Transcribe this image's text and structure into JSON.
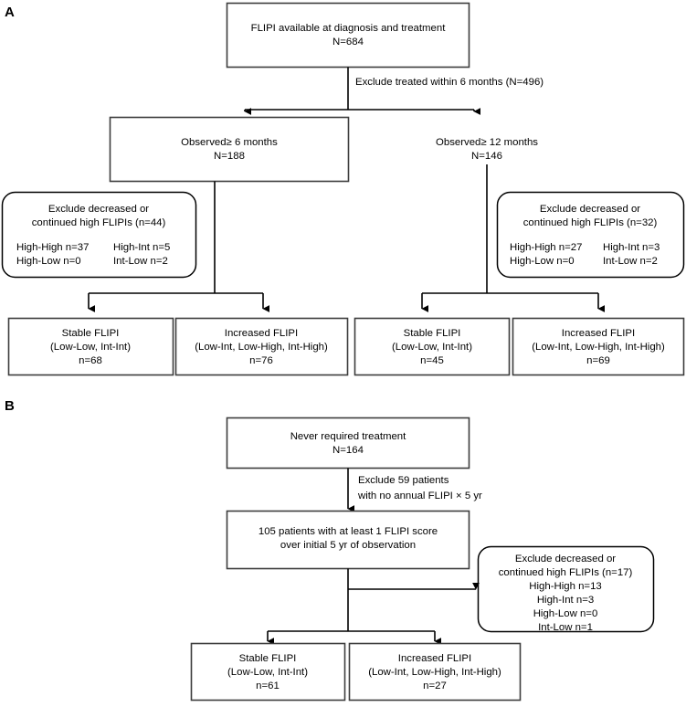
{
  "figure": {
    "type": "flowchart",
    "panels": [
      {
        "id": "A",
        "label": "A",
        "nodes": {
          "root": {
            "lines": [
              "FLIPI available at diagnosis and treatment",
              "N=684"
            ],
            "shape": "rect"
          },
          "edge_root": {
            "lines": [
              "Exclude treated within 6 months (N=496)"
            ],
            "shape": "edge-label"
          },
          "observed6": {
            "lines": [
              "Observed≥ 6 months",
              "N=188"
            ],
            "shape": "rect"
          },
          "observed12": {
            "lines": [
              "Observed≥ 12 months",
              "N=146"
            ],
            "shape": "text-only"
          },
          "exclude_left": {
            "lines": [
              "Exclude decreased or",
              "continued high FLIPIs (n=44)"
            ],
            "pairs": [
              [
                "High-High n=37",
                "High-Int n=5"
              ],
              [
                "High-Low n=0",
                "Int-Low n=2"
              ]
            ],
            "shape": "rounded-rect"
          },
          "exclude_right": {
            "lines": [
              "Exclude decreased or",
              "continued high FLIPIs (n=32)"
            ],
            "pairs": [
              [
                "High-High n=27",
                "High-Int n=3"
              ],
              [
                "High-Low n=0",
                "Int-Low n=2"
              ]
            ],
            "shape": "rounded-rect"
          },
          "outcome1": {
            "lines": [
              "Stable FLIPI",
              "(Low-Low, Int-Int)",
              "n=68"
            ],
            "shape": "rect"
          },
          "outcome2": {
            "lines": [
              "Increased FLIPI",
              "(Low-Int, Low-High, Int-High)",
              "n=76"
            ],
            "shape": "rect"
          },
          "outcome3": {
            "lines": [
              "Stable FLIPI",
              "(Low-Low, Int-Int)",
              "n=45"
            ],
            "shape": "rect"
          },
          "outcome4": {
            "lines": [
              "Increased FLIPI",
              "(Low-Int, Low-High, Int-High)",
              "n=69"
            ],
            "shape": "rect"
          }
        }
      },
      {
        "id": "B",
        "label": "B",
        "nodes": {
          "root": {
            "lines": [
              "Never required treatment",
              "N=164"
            ],
            "shape": "rect"
          },
          "edge_root": {
            "lines": [
              "Exclude 59 patients",
              "with no annual FLIPI × 5 yr"
            ],
            "shape": "edge-label"
          },
          "cohort": {
            "lines": [
              "105 patients with at least 1 FLIPI score",
              "over initial 5 yr of observation"
            ],
            "shape": "rect"
          },
          "exclude": {
            "lines": [
              "Exclude decreased or",
              "continued high FLIPIs (n=17)",
              "High-High n=13",
              "High-Int n=3",
              "High-Low n=0",
              "Int-Low n=1"
            ],
            "shape": "rounded-rect"
          },
          "outcome1": {
            "lines": [
              "Stable FLIPI",
              "(Low-Low, Int-Int)",
              "n=61"
            ],
            "shape": "rect"
          },
          "outcome2": {
            "lines": [
              "Increased FLIPI",
              "(Low-Int, Low-High, Int-High)",
              "n=27"
            ],
            "shape": "rect"
          }
        }
      }
    ],
    "colors": {
      "background": "#ffffff",
      "box_stroke": "#3d3d3d",
      "rounded_stroke": "#000000",
      "connector": "#000000",
      "text": "#000000"
    }
  }
}
